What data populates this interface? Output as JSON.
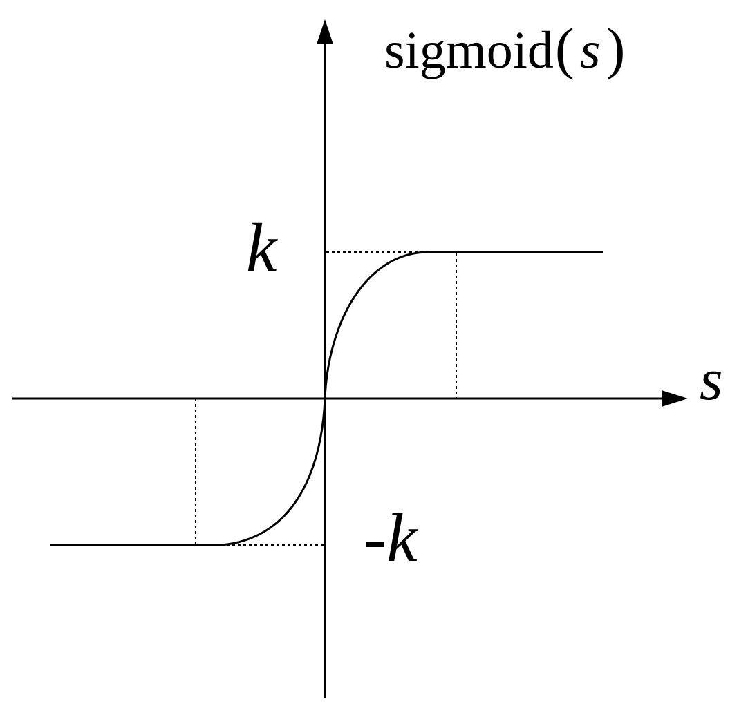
{
  "diagram": {
    "y_axis_label": {
      "function_name": "sigmoid",
      "open_paren": "(",
      "argument": "s",
      "close_paren": ")"
    },
    "x_axis_label": "s",
    "upper_bound_label": "k",
    "lower_bound_label": "-k",
    "colors": {
      "ink": "#000000",
      "background": "#ffffff"
    }
  }
}
